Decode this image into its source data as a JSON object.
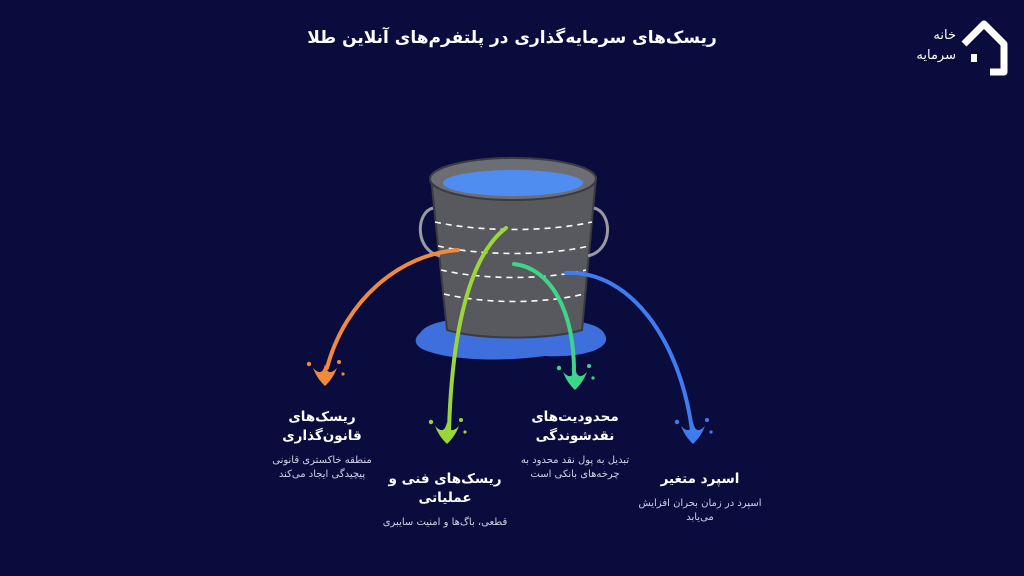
{
  "title": "ریسک‌های سرمایه‌گذاری در پلتفرم‌های آنلاین طلا",
  "logo": {
    "line1": "خانه",
    "line2": "سرمایه"
  },
  "risks": [
    {
      "title": "ریسک‌های قانون‌گذاری",
      "desc": "منطقه خاکستری قانونی پیچیدگی ایجاد می‌کند",
      "color": "#f08a3c"
    },
    {
      "title": "ریسک‌های فنی و عملیاتی",
      "desc": "قطعی، باگ‌ها و امنیت سایبری",
      "color": "#9ad53a"
    },
    {
      "title": "محدودیت‌های نقدشوندگی",
      "desc": "تبدیل به پول نقد محدود به چرخه‌های بانکی است",
      "color": "#3fd48a"
    },
    {
      "title": "اسپرد متغیر",
      "desc": "اسپرد در زمان بحران افزایش می‌یابد",
      "color": "#3f7cf0"
    }
  ]
}
